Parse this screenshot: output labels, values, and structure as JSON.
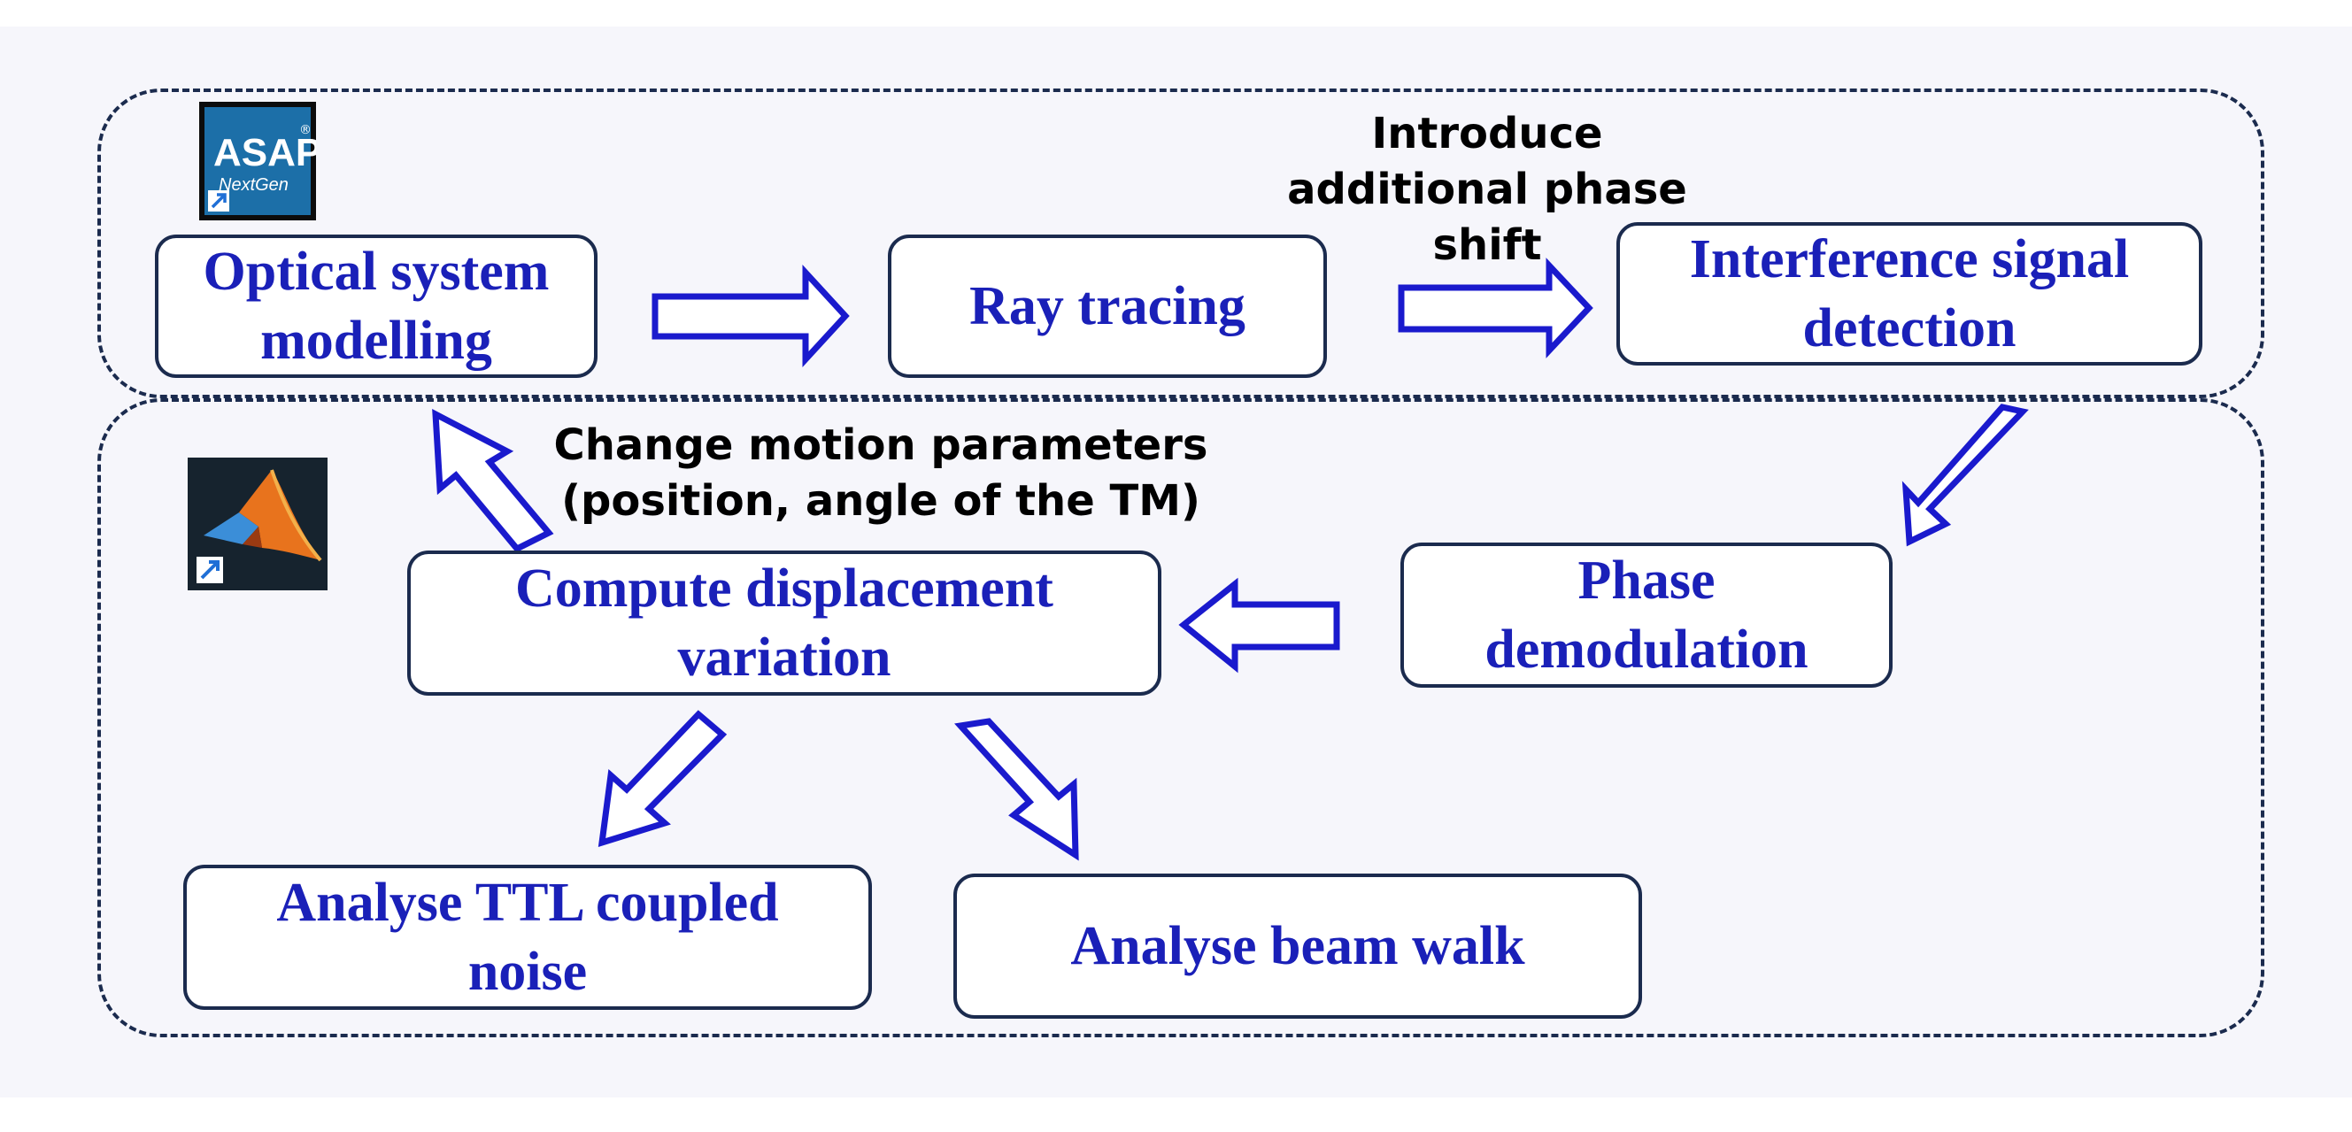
{
  "diagram": {
    "groups": {
      "asap": {
        "app": "ASAP NextGen"
      },
      "matlab": {
        "app": "MATLAB"
      }
    },
    "asap_icon": {
      "brand": "ASAP",
      "registered": "®",
      "sub": "NextGen",
      "color": "#1c6fa8"
    },
    "matlab_icon": {
      "icon": "matlab-peaks-icon",
      "color": "#e8731d"
    },
    "nodes": {
      "optical_system_modelling": "Optical system\nmodelling",
      "ray_tracing": "Ray tracing",
      "interference_signal_detection": "Interference signal\ndetection",
      "phase_demodulation": "Phase\ndemodulation",
      "compute_displacement_variation": "Compute displacement\nvariation",
      "analyse_ttl_coupled_noise": "Analyse TTL coupled\nnoise",
      "analyse_beam_walk": "Analyse beam walk"
    },
    "notes": {
      "introduce_phase_shift": "Introduce\nadditional phase\nshift",
      "change_motion_parameters": "Change motion parameters\n(position, angle of the TM)"
    },
    "colors": {
      "node_text": "#1a20b8",
      "arrow": "#1a1acd",
      "border": "#1b2b4e"
    }
  }
}
